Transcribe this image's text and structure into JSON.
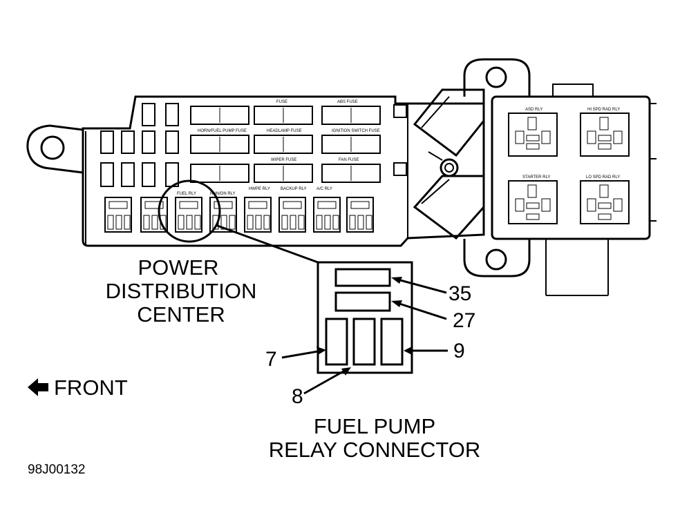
{
  "diagram": {
    "title_left": [
      "POWER",
      "DISTRIBUTION",
      "CENTER"
    ],
    "title_bottom": [
      "FUEL PUMP",
      "RELAY CONNECTOR"
    ],
    "front_label": "FRONT",
    "figure_code": "98J00132",
    "pins": {
      "p35": "35",
      "p27": "27",
      "p7": "7",
      "p9": "9",
      "p8": "8"
    },
    "fuses": {
      "f1": "FUSE",
      "f2": "ABS FUSE",
      "f3": "HORN/FUEL PUMP FUSE",
      "f4": "HEADLAMP FUSE",
      "f5": "IGNITION SWITCH FUSE",
      "f6": "WIPER FUSE",
      "f7": "FAN FUSE"
    },
    "relay_labels": {
      "r1": "FUEL RLY",
      "r2": "RUN/ON RLY",
      "r3": "HWPE RLY",
      "r4": "BACKUP RLY",
      "r5": "A/C RLY"
    },
    "big_relays": {
      "b1": "ASD RLY",
      "b2": "HI SPD RAD RLY",
      "b3": "STARTER RLY",
      "b4": "LO SPD RAD RLY"
    }
  }
}
